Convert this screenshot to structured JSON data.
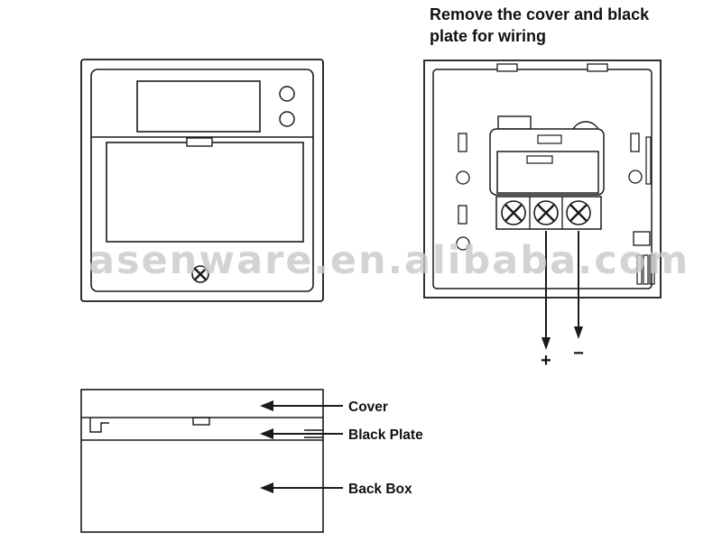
{
  "instruction": {
    "line1": "Remove the cover and black",
    "line2": "plate for wiring"
  },
  "watermark": "asenware.en.alibaba.com",
  "callouts": {
    "cover": "Cover",
    "black_plate": "Black Plate",
    "back_box": "Back Box"
  },
  "wiring": {
    "positive": "+",
    "negative": "−"
  },
  "colors": {
    "line": "#1a1a1a",
    "watermark": "#c9c9c9"
  }
}
